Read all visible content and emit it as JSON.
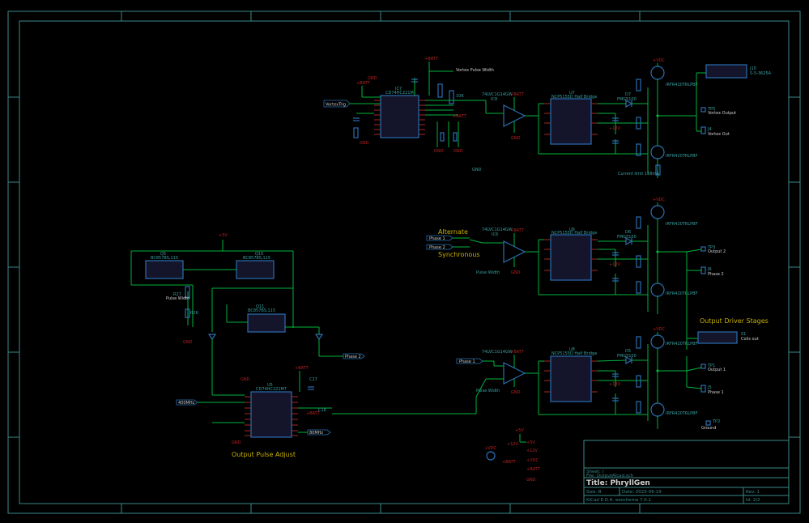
{
  "annotations": {
    "alternate": "Alternate",
    "synchronous": "Synchronous",
    "output_driver_stages": "Output Driver Stages",
    "output_pulse_adjust": "Output Pulse Adjust"
  },
  "title_block": {
    "sheet": "Sheet: /",
    "file": "File: OutputAlcad.sch",
    "title": "Title: PhryllGen",
    "size": "Size: B",
    "date": "Date: 2023-06-19",
    "rev": "Rev: 1",
    "tool": "KiCad E.D.A.  eeschema 7.0.1",
    "id": "Id: 2/2"
  },
  "labels": {
    "vortex_trig": "VortexTrig",
    "vortex_pulse_width": "Vortex Pulse Width",
    "vortex_output": "Vortex Output",
    "vortex_out": "Vortex Out",
    "phase1_a": "Phase 1",
    "phase2_a": "Phase 2",
    "phase1_b": "Phase 1",
    "phase2_label": "Phase 2",
    "pulse_width": "Pulse Width",
    "output2": "Output 2",
    "output1": "Output 1",
    "phase2_out": "Phase 2",
    "phase1_out": "Phase 1",
    "ground": "Ground",
    "current_limit": "Current limit 158mA",
    "coils_out": "Coils out",
    "clk_400mhz": "400MHz",
    "clk_80mhz": "80MHz"
  },
  "parts": {
    "ic7": "IC7",
    "ic7_val": "CD74HC221M",
    "u7": "U7",
    "u7_val": "NCP5155D Half Bridge",
    "u6": "U6",
    "u6_val": "NCP5155D Half Bridge",
    "u8": "U8",
    "u8_val": "NCP5155D Half Bridge",
    "u5": "U5",
    "u5_val": "CD74HC221M7",
    "ic8": "IC8",
    "ic6": "IC6",
    "ic_buf": "74LVC1G14GW",
    "q5": "Q5",
    "q15": "Q15",
    "q11": "Q11",
    "q_val": "BC857BS,115",
    "fet": "IRFR420TRLPBF",
    "d7": "D7",
    "d6": "D6",
    "d5": "D5",
    "diode_val": "FMG5100",
    "j10": "J10",
    "j10_val": "S-S-3625A",
    "tp5": "TP5",
    "tp3": "TP3",
    "tp1": "TP1",
    "tp2": "TP2",
    "j4": "J4",
    "j6": "J6",
    "j5": "J5",
    "s1": "S1",
    "r27": "R27",
    "r26": "R26",
    "c17": "C17",
    "c18": "C18"
  },
  "power": {
    "vbatt": "+BATT",
    "p5v": "+5V",
    "p12v": "+12V",
    "vcc": "+VDC",
    "gnd": "GND"
  },
  "colors": {
    "wire": "#00b33c",
    "component": "#2a6fb0",
    "pin": "#a02a2a",
    "reference": "#3aa0a0",
    "net_label": "#c8b000",
    "frame": "#3a8a8a",
    "background": "#000000"
  }
}
